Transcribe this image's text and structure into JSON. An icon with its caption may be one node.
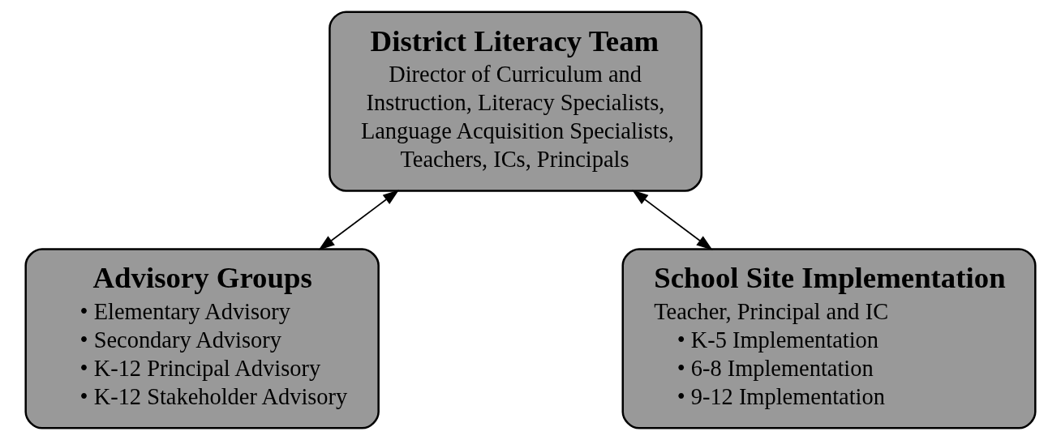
{
  "diagram": {
    "nodes": [
      {
        "text": [
          "District Literacy Team",
          "Director of Curriculum and Instruction, Literacy Specialists, Language Acquisition Specialists, Teachers, ICs, Principals"
        ]
      },
      {
        "text": [
          "Advisory Groups",
          "• Elementary Advisory",
          "• Secondary Advisory",
          "• K-12 Principal Advisory",
          "• K-12 Stakeholder Advisory"
        ]
      },
      {
        "text": [
          "School Site Implementation",
          "Teacher, Principal and IC",
          "• K-5 Implementation",
          "• 6-8 Implementation",
          "• 9-12 Implementation"
        ]
      }
    ],
    "edges": [
      {
        "from": 0,
        "to": 1,
        "arrow": "both"
      },
      {
        "from": 0,
        "to": 2,
        "arrow": "both"
      }
    ]
  }
}
